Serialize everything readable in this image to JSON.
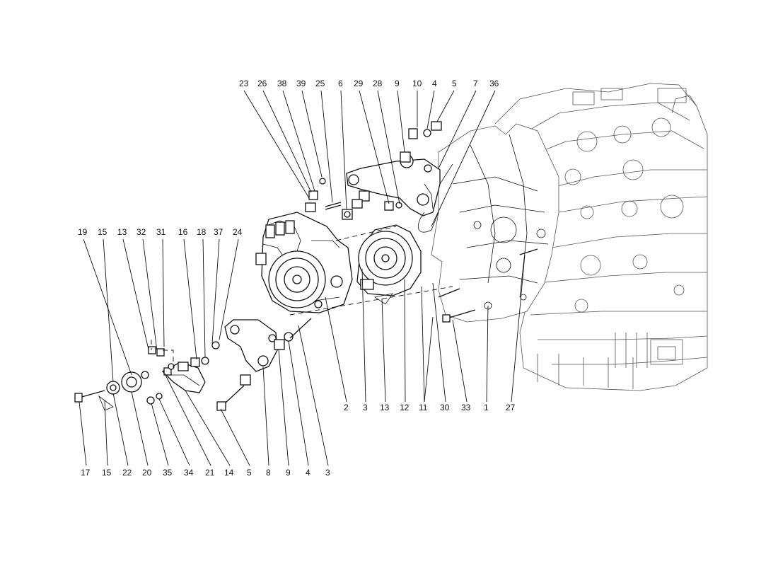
{
  "labels": {
    "c1": "1",
    "c2": "2",
    "c3a": "3",
    "c3b": "3",
    "c4a": "4",
    "c4b": "4",
    "c5a": "5",
    "c5b": "5",
    "c6": "6",
    "c7": "7",
    "c8": "8",
    "c9a": "9",
    "c9b": "9",
    "c10": "10",
    "c11": "11",
    "c12": "12",
    "c13a": "13",
    "c13b": "13",
    "c14": "14",
    "c15a": "15",
    "c15b": "15",
    "c16": "16",
    "c17": "17",
    "c18": "18",
    "c19": "19",
    "c20": "20",
    "c21": "21",
    "c22": "22",
    "c23": "23",
    "c24": "24",
    "c25": "25",
    "c26": "26",
    "c27": "27",
    "c28": "28",
    "c29": "29",
    "c30": "30",
    "c31": "31",
    "c32": "32",
    "c33": "33",
    "c34": "34",
    "c35": "35",
    "c36": "36",
    "c37": "37",
    "c38": "38",
    "c39": "39"
  }
}
